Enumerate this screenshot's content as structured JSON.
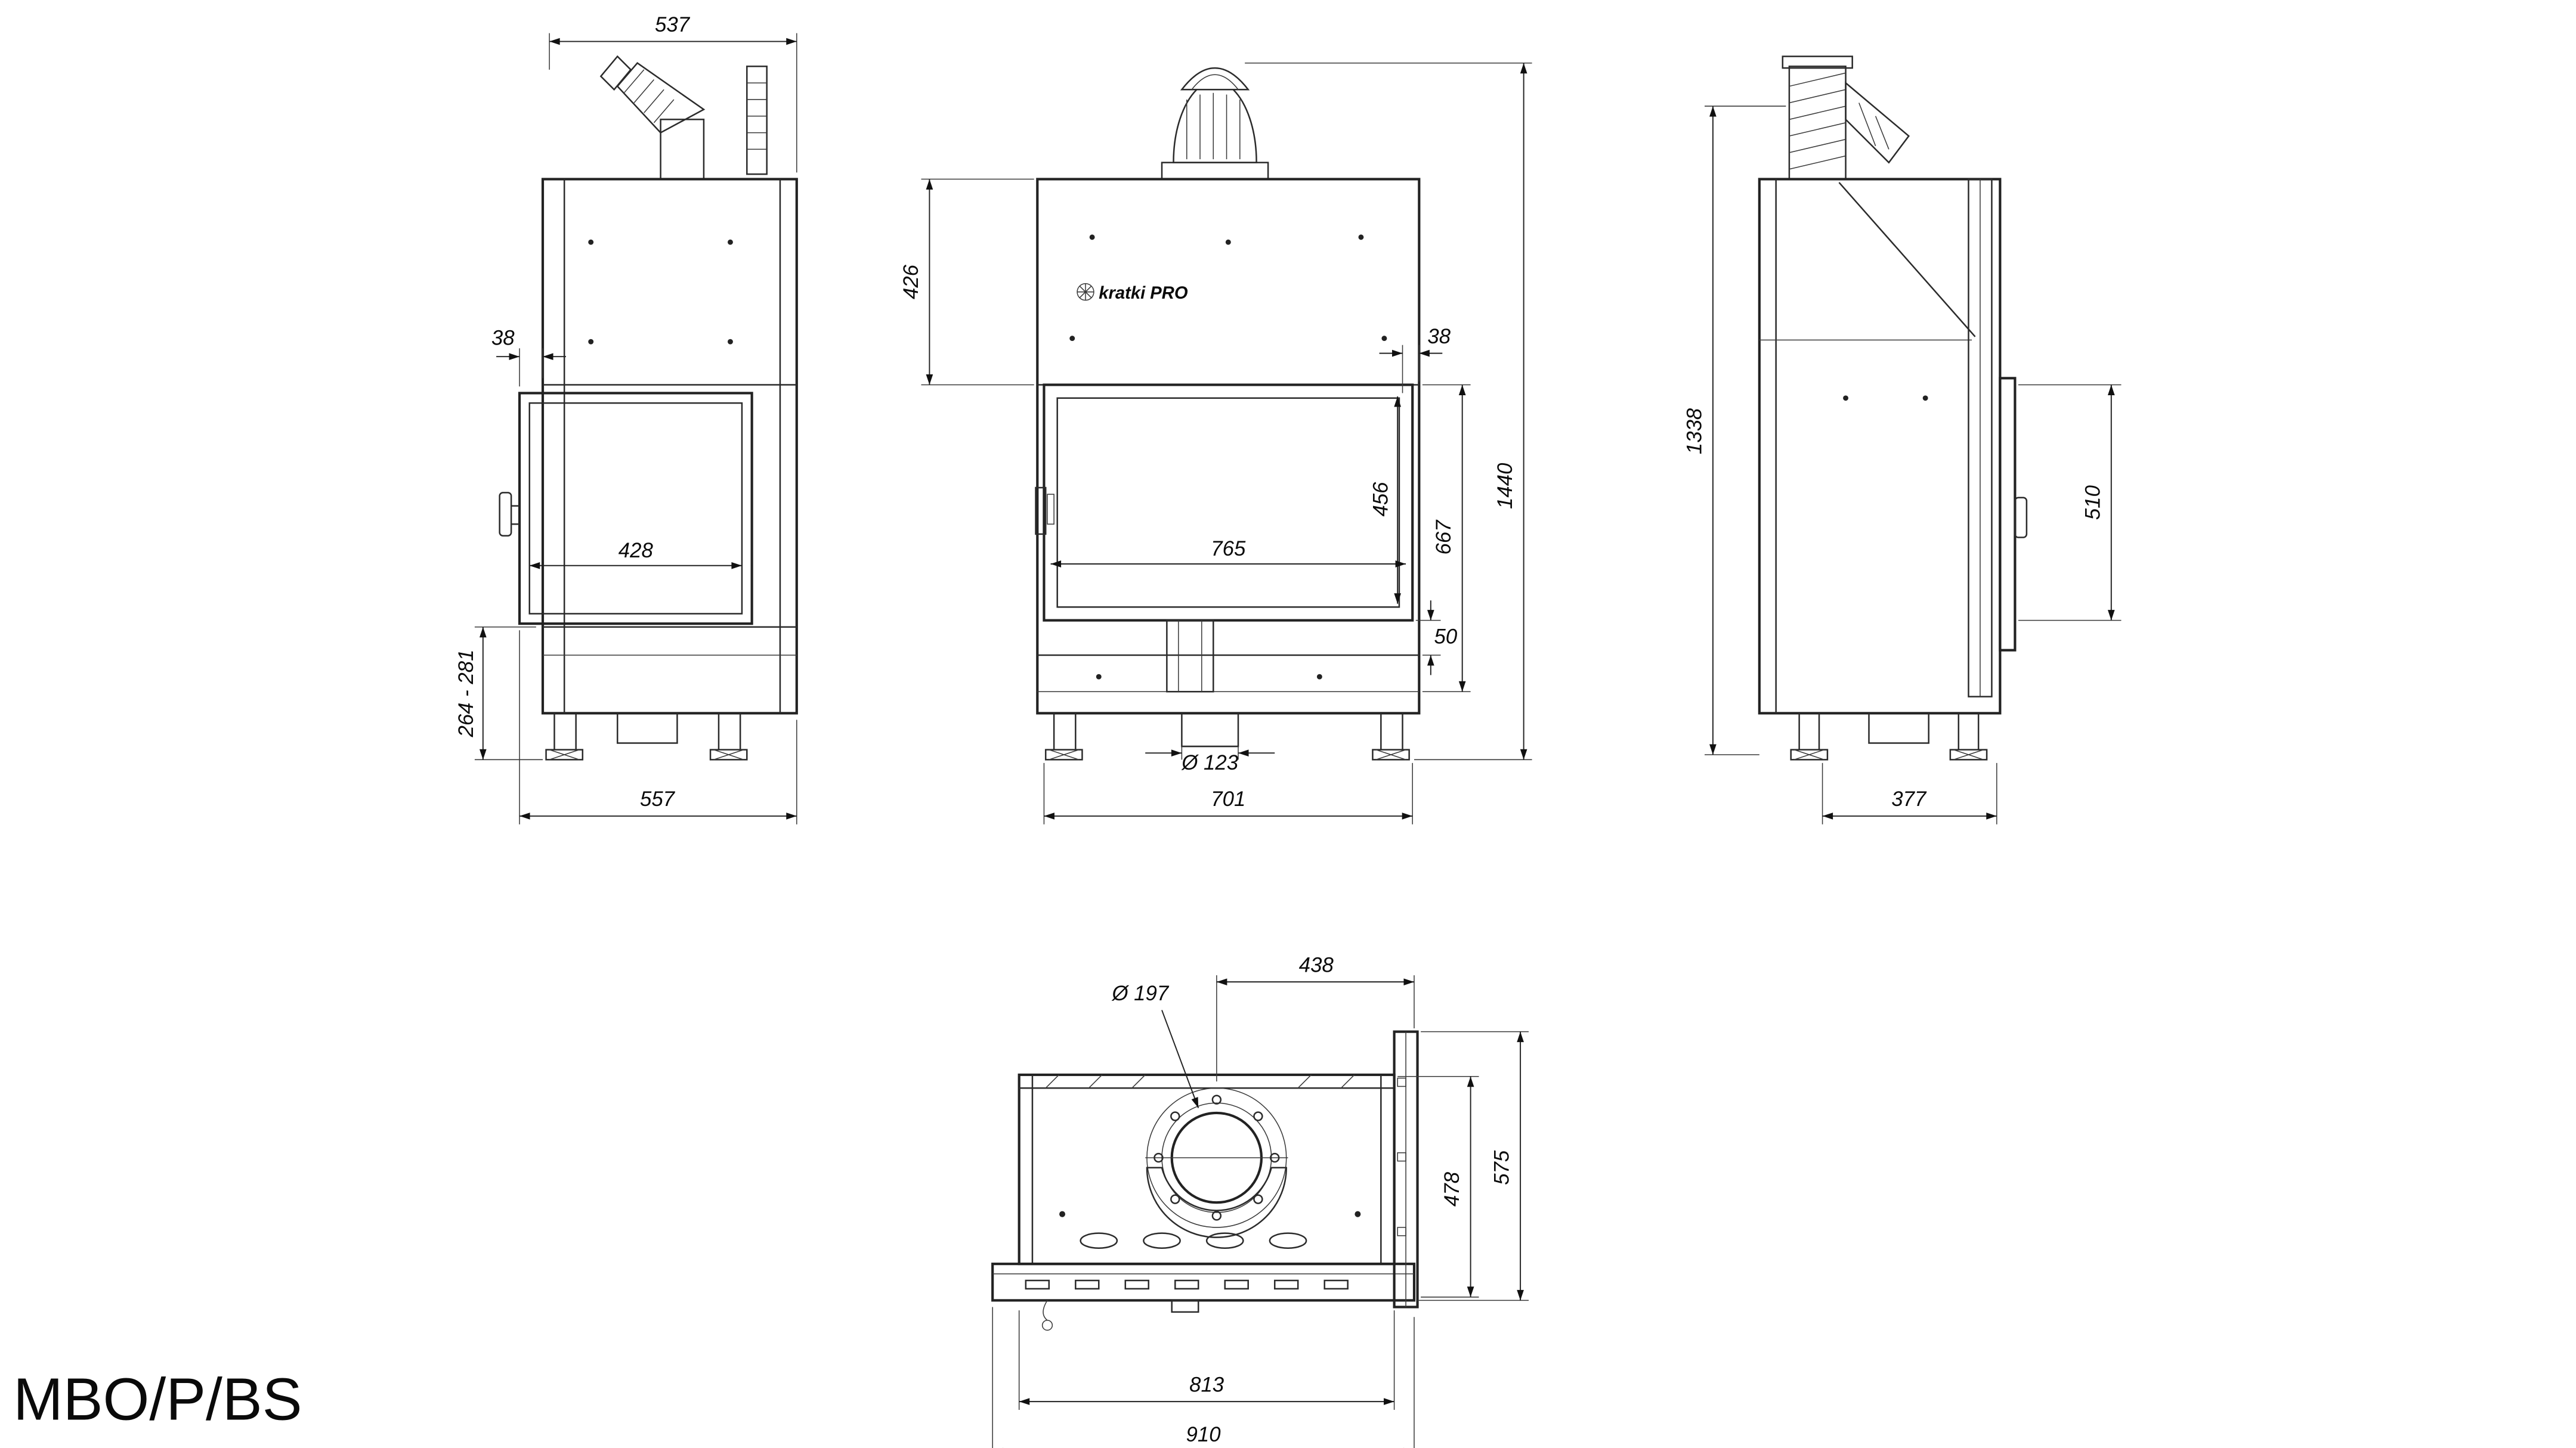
{
  "title": "MBO/P/BS",
  "brand": "kratki PRO",
  "views": {
    "side_left": {
      "top_width": "537",
      "door_offset": "38",
      "glass_width": "428",
      "base_height_range": "264 - 281",
      "total_depth": "557"
    },
    "front": {
      "hood_height": "426",
      "door_offset": "38",
      "glass_height": "456",
      "firebox_height": "667",
      "total_height": "1440",
      "glass_width": "765",
      "plinth_gap": "50",
      "air_inlet_diameter": "Ø 123",
      "base_width": "701"
    },
    "side_right": {
      "body_height": "1338",
      "side_glass_height": "510",
      "base_depth": "377"
    },
    "top": {
      "flue_diameter": "Ø 197",
      "flue_center_to_side": "438",
      "body_depth": "478",
      "total_depth": "575",
      "body_width": "813",
      "total_width": "910"
    }
  }
}
